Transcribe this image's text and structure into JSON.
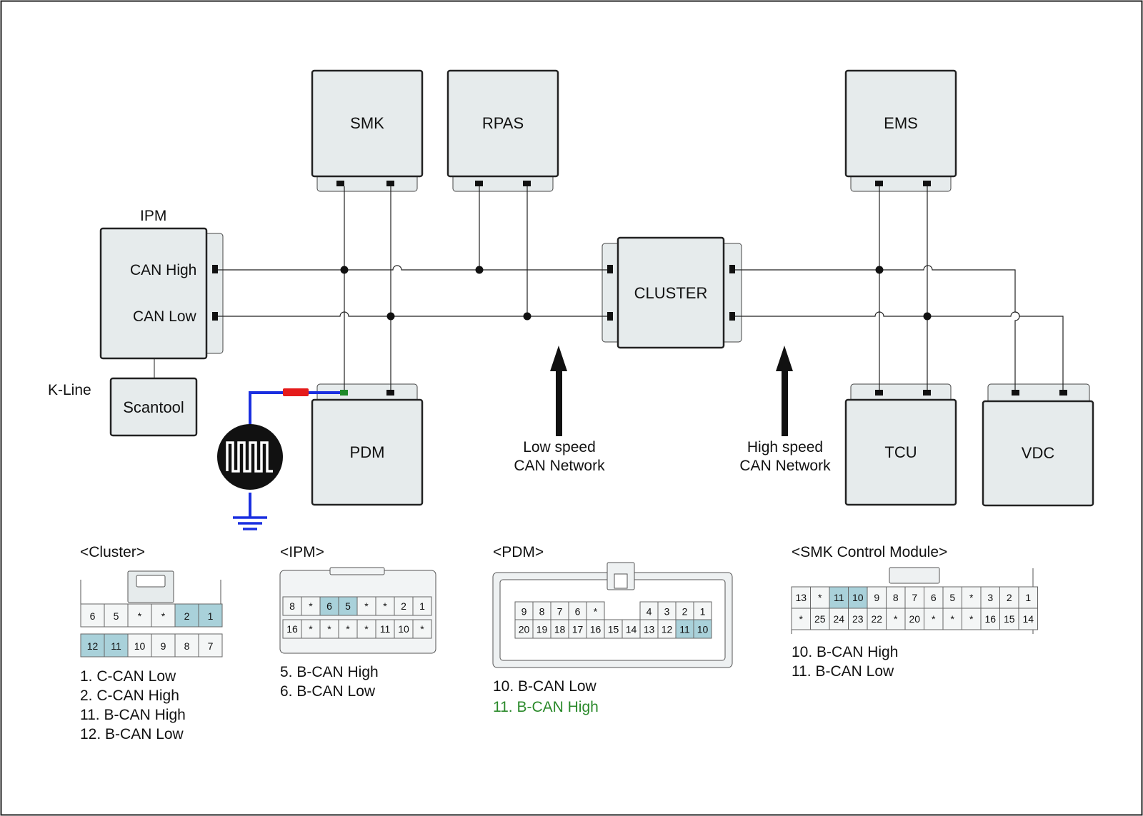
{
  "modules": {
    "smk": "SMK",
    "rpas": "RPAS",
    "ems": "EMS",
    "cluster": "CLUSTER",
    "pdm": "PDM",
    "tcu": "TCU",
    "vdc": "VDC",
    "scantool": "Scantool",
    "ipm": "IPM"
  },
  "ipm_pins": {
    "can_high": "CAN High",
    "can_low": "CAN Low"
  },
  "kline": "K-Line",
  "networks": {
    "low_line1": "Low speed",
    "low_line2": "CAN Network",
    "high_line1": "High speed",
    "high_line2": "CAN Network"
  },
  "colors": {
    "highlight": "#a9d1da",
    "box": "#e6ebec",
    "probe_wire": "#1a2fe0",
    "probe_red": "#e51b1b",
    "green_text": "#2b8a2b"
  },
  "connectors": {
    "cluster": {
      "title": "<Cluster>",
      "row1": [
        "6",
        "5",
        "*",
        "*",
        "2",
        "1"
      ],
      "row2": [
        "12",
        "11",
        "10",
        "9",
        "8",
        "7"
      ],
      "highlighted": [
        "2",
        "1",
        "12",
        "11"
      ],
      "legend": [
        "1. C-CAN Low",
        "2. C-CAN High",
        "11. B-CAN High",
        "12. B-CAN Low"
      ]
    },
    "ipm": {
      "title": "<IPM>",
      "row1": [
        "8",
        "*",
        "6",
        "5",
        "*",
        "*",
        "2",
        "1"
      ],
      "row2": [
        "16",
        "*",
        "*",
        "*",
        "*",
        "11",
        "10",
        "*"
      ],
      "highlighted": [
        "6",
        "5"
      ],
      "legend": [
        "5. B-CAN High",
        "6. B-CAN Low"
      ]
    },
    "pdm": {
      "title": "<PDM>",
      "row1": [
        "9",
        "8",
        "7",
        "6",
        "*",
        "",
        "",
        "4",
        "3",
        "2",
        "1"
      ],
      "row2": [
        "20",
        "19",
        "18",
        "17",
        "16",
        "15",
        "14",
        "13",
        "12",
        "11",
        "10"
      ],
      "highlighted": [
        "11",
        "10"
      ],
      "legend": [
        "10. B-CAN Low",
        "11. B-CAN High"
      ]
    },
    "smk": {
      "title": "<SMK Control Module>",
      "row1": [
        "13",
        "*",
        "11",
        "10",
        "9",
        "8",
        "7",
        "6",
        "5",
        "*",
        "3",
        "2",
        "1"
      ],
      "row2": [
        "*",
        "25",
        "24",
        "23",
        "22",
        "*",
        "20",
        "*",
        "*",
        "*",
        "16",
        "15",
        "14"
      ],
      "highlighted": [
        "11",
        "10"
      ],
      "legend": [
        "10. B-CAN High",
        "11. B-CAN Low"
      ]
    }
  }
}
